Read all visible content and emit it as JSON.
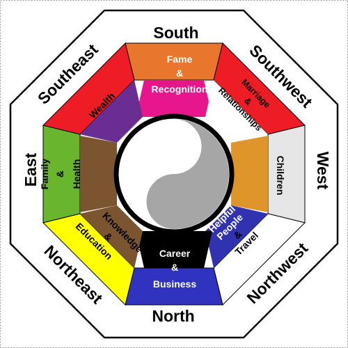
{
  "directions": {
    "south": "South",
    "southwest": "Southwest",
    "west": "West",
    "northwest": "Northwest",
    "north": "North",
    "northeast": "Northeast",
    "east": "East",
    "southeast": "Southeast"
  },
  "areas": {
    "fame": [
      "Fame",
      "&",
      "Recognition"
    ],
    "relationships": [
      "Marriage",
      "&",
      "Relationships"
    ],
    "children": [
      "Children"
    ],
    "helpful": [
      "Helpful",
      "People",
      "&",
      "Travel"
    ],
    "career": [
      "Career",
      "&",
      "Business"
    ],
    "knowledge": [
      "Knowledge",
      "&",
      "Education"
    ],
    "family": [
      "Family",
      "&",
      "Health"
    ],
    "wealth": [
      "Wealth"
    ]
  },
  "colors": {
    "fame_outer": "#e8762c",
    "fame_inner": "#e8168c",
    "relationships_outer": "#ee1c25",
    "relationships_inner": "#ffffff",
    "children_outer": "#e6e6e6",
    "children_inner": "#e0952a",
    "helpful_outer": "#ffffff",
    "helpful_inner": "#3032b0",
    "career_outer": "#3032c0",
    "career_inner": "#000000",
    "knowledge_outer": "#ffff00",
    "knowledge_inner": "#7a5530",
    "family_outer": "#6ab52e",
    "family_inner": "#7a5530",
    "wealth_outer": "#ee1c25",
    "wealth_inner": "#6a2d91",
    "yin_yang_dark": "#a6a6a6",
    "yin_yang_light": "#ffffff"
  }
}
